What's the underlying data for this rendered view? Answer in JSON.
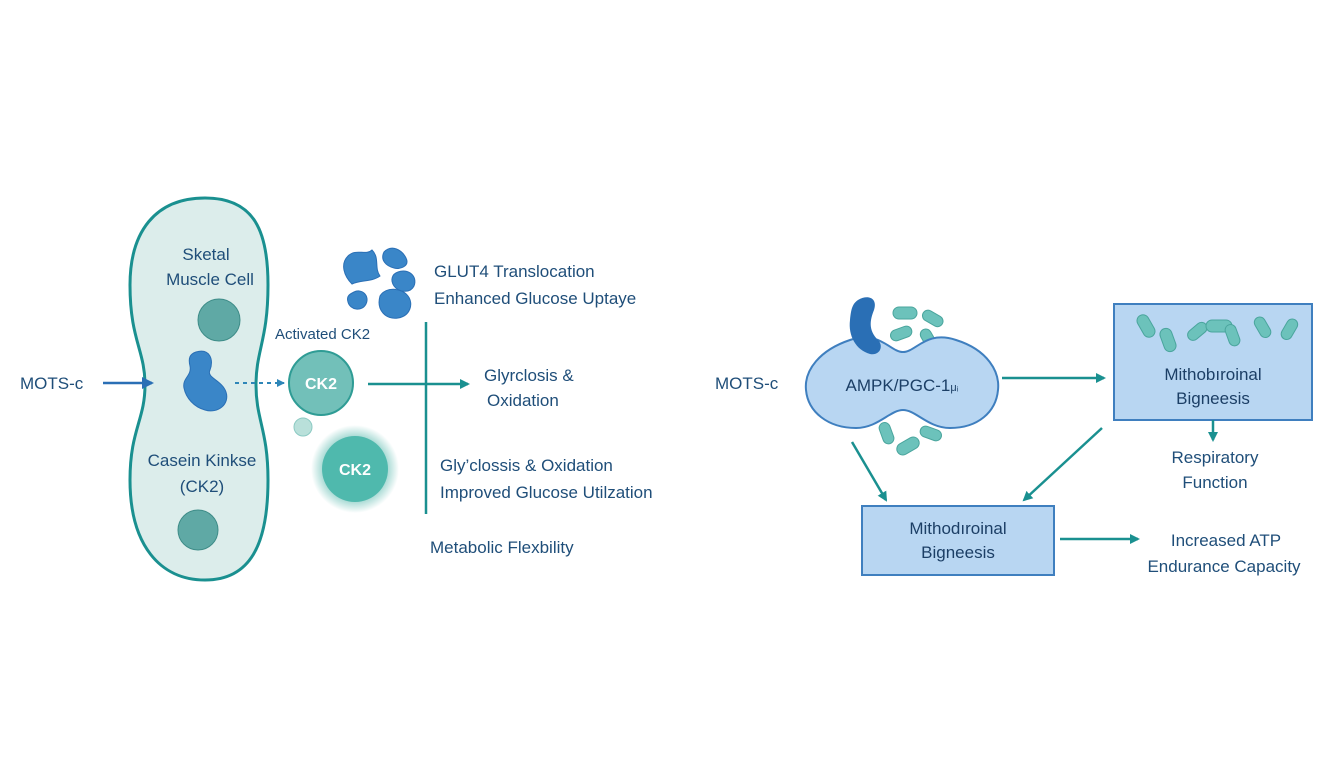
{
  "left_panel": {
    "input_label": "MOTS-c",
    "cell": {
      "title_line1": "Sketal",
      "title_line2": "Muscle Cell",
      "enzyme_line1": "Casein Kinkse",
      "enzyme_line2": "(CK2)"
    },
    "activated_label": "Activated CK2",
    "ck2_label": "CK2",
    "ck2_glow_label": "CK2",
    "glut4_line1": "GLUT4 Translocation",
    "glut4_line2": "Enhanced Glucose Uptaye",
    "glycolysis_line1": "Glyrclosis &",
    "glycolysis_line2": "Oxidation",
    "utilization_line1": "Gly’clossis & Oxidation",
    "utilization_line2": "Improved Glucose Utilzation",
    "flexibility": "Metabolic Flexbility"
  },
  "right_panel": {
    "input_label": "MOTS-c",
    "ampk_label": "AMPK/PGC-1",
    "ampk_suffix": "μᵢ",
    "box_top_line1": "Mithobıroinal",
    "box_top_line2": "Bigneesis",
    "respiratory_line1": "Respiratory",
    "respiratory_line2": "Function",
    "box_bottom_line1": "Mithodıroinal",
    "box_bottom_line2": "Bigneesis",
    "atp_line1": "Increased ATP",
    "atp_line2": "Endurance Capacity"
  },
  "colors": {
    "teal": "#1a9090",
    "teal_light": "#6cc2bb",
    "navy": "#1f4e79",
    "blue": "#3a86c8",
    "box_fill": "#b8d6f2",
    "box_stroke": "#3f7fbf",
    "cell_fill": "#dbecea"
  }
}
